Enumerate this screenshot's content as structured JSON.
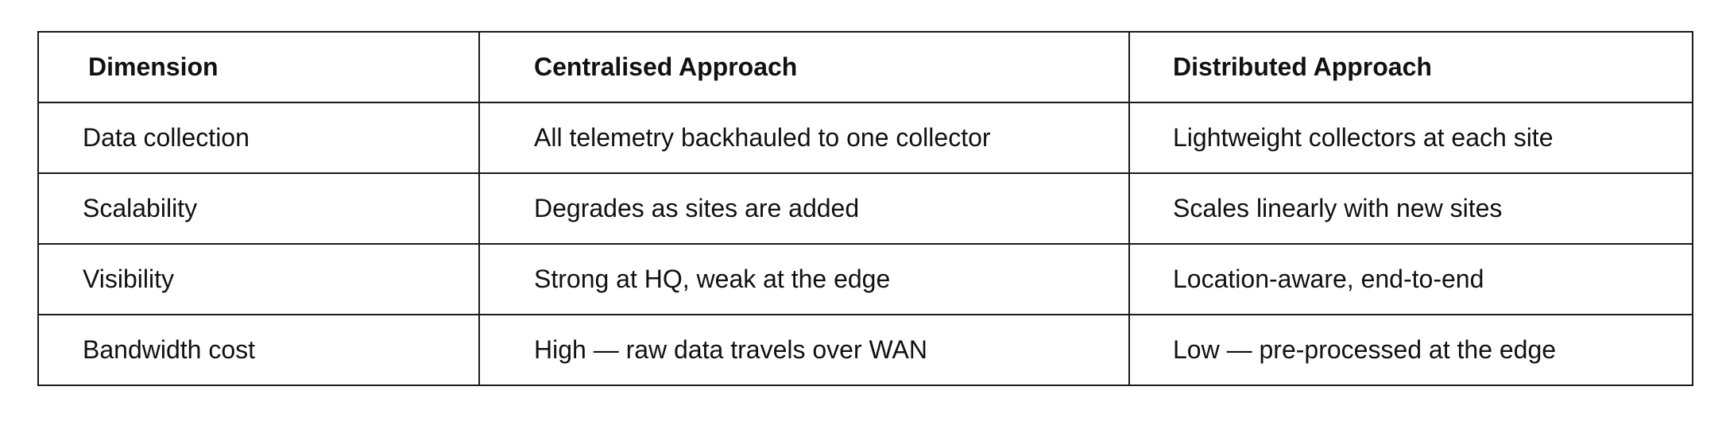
{
  "table": {
    "headers": [
      "Dimension",
      "Centralised Approach",
      "Distributed Approach"
    ],
    "rows": [
      [
        "Data collection",
        "All telemetry backhauled to one collector",
        "Lightweight collectors at each site"
      ],
      [
        "Scalability",
        "Degrades as sites are added",
        "Scales linearly with new sites"
      ],
      [
        "Visibility",
        "Strong at HQ, weak at the edge",
        "Location-aware, end-to-end"
      ],
      [
        "Bandwidth cost",
        "High — raw data travels over WAN",
        "Low — pre-processed at the edge"
      ]
    ]
  }
}
